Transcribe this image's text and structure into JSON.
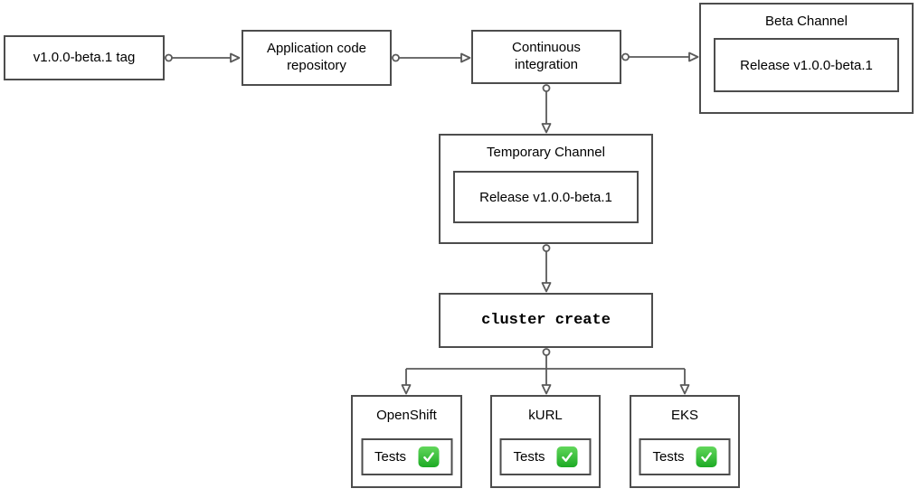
{
  "diagram": {
    "nodes": {
      "tag": {
        "label": "v1.0.0-beta.1 tag"
      },
      "repo": {
        "label": "Application code repository"
      },
      "ci": {
        "label": "Continuous integration"
      },
      "beta_channel": {
        "title": "Beta Channel",
        "release_label": "Release v1.0.0-beta.1"
      },
      "temporary_channel": {
        "title": "Temporary Channel",
        "release_label": "Release v1.0.0-beta.1"
      },
      "cluster_create": {
        "label": "cluster create"
      },
      "clusters": [
        {
          "title": "OpenShift",
          "tests_label": "Tests",
          "status_icon": "check-mark-icon"
        },
        {
          "title": "kURL",
          "tests_label": "Tests",
          "status_icon": "check-mark-icon"
        },
        {
          "title": "EKS",
          "tests_label": "Tests",
          "status_icon": "check-mark-icon"
        }
      ]
    },
    "colors": {
      "box_border": "#4d4d4d",
      "connector": "#5a5a5a",
      "check_green_top": "#62d75b",
      "check_green_bottom": "#1caa24",
      "background": "#ffffff",
      "text": "#000000"
    }
  }
}
